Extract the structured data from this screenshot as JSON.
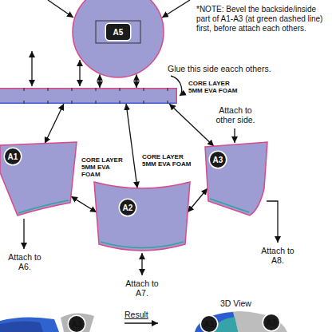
{
  "diagram": {
    "nodes": [
      {
        "text": [
          "A5"
        ]
      },
      {
        "text": [
          "CORE LAYER 5MM EVA FOAM"
        ]
      },
      {
        "text": [
          "A1",
          "CORE LAYER 5MM EVA FOAM"
        ]
      },
      {
        "text": [
          "A2",
          "CORE LAYER 5MM EVA FOAM"
        ]
      },
      {
        "text": [
          "A3"
        ]
      }
    ],
    "edges": [
      {
        "from": 0,
        "to": 1,
        "arrow": "both"
      },
      {
        "from": 0,
        "to": 1,
        "arrow": "both"
      },
      {
        "from": 1,
        "to": 2,
        "arrow": "both"
      },
      {
        "from": 1,
        "to": 3,
        "arrow": "both"
      },
      {
        "from": 1,
        "to": 4,
        "arrow": "both"
      },
      {
        "from": 2,
        "to": 3,
        "arrow": "both"
      },
      {
        "from": 3,
        "to": 4,
        "arrow": "both"
      }
    ],
    "labels": [
      "*NOTE: Bevel the backside/inside part of A1-A3 (at green dashed line) first, before attach each others.",
      "Glue this side eacch others.",
      "Attach to other side.",
      "Attach to A6.",
      "Attach to A7.",
      "Attach to A8.",
      "3D View",
      "Result",
      "A3",
      "A1",
      "A3"
    ]
  }
}
